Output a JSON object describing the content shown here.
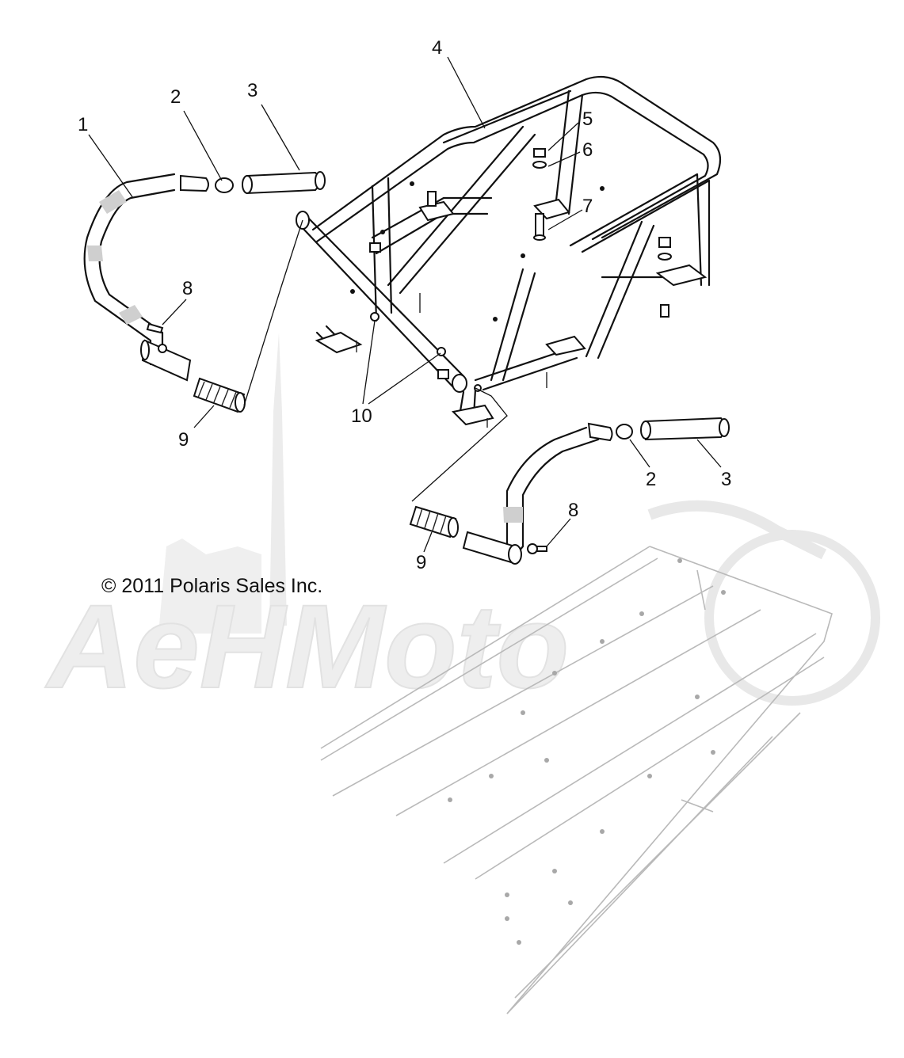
{
  "copyright": "© 2011 Polaris Sales Inc.",
  "watermark": "AeHMoto",
  "colors": {
    "line": "#111111",
    "watermark": "#e6e6e6",
    "ghost": "#b9b9b9"
  },
  "callouts": {
    "c1": "1",
    "c2a": "2",
    "c3a": "3",
    "c4": "4",
    "c5": "5",
    "c6": "6",
    "c7": "7",
    "c8a": "8",
    "c9a": "9",
    "c10": "10",
    "c2b": "2",
    "c3b": "3",
    "c8b": "8",
    "c9b": "9"
  }
}
